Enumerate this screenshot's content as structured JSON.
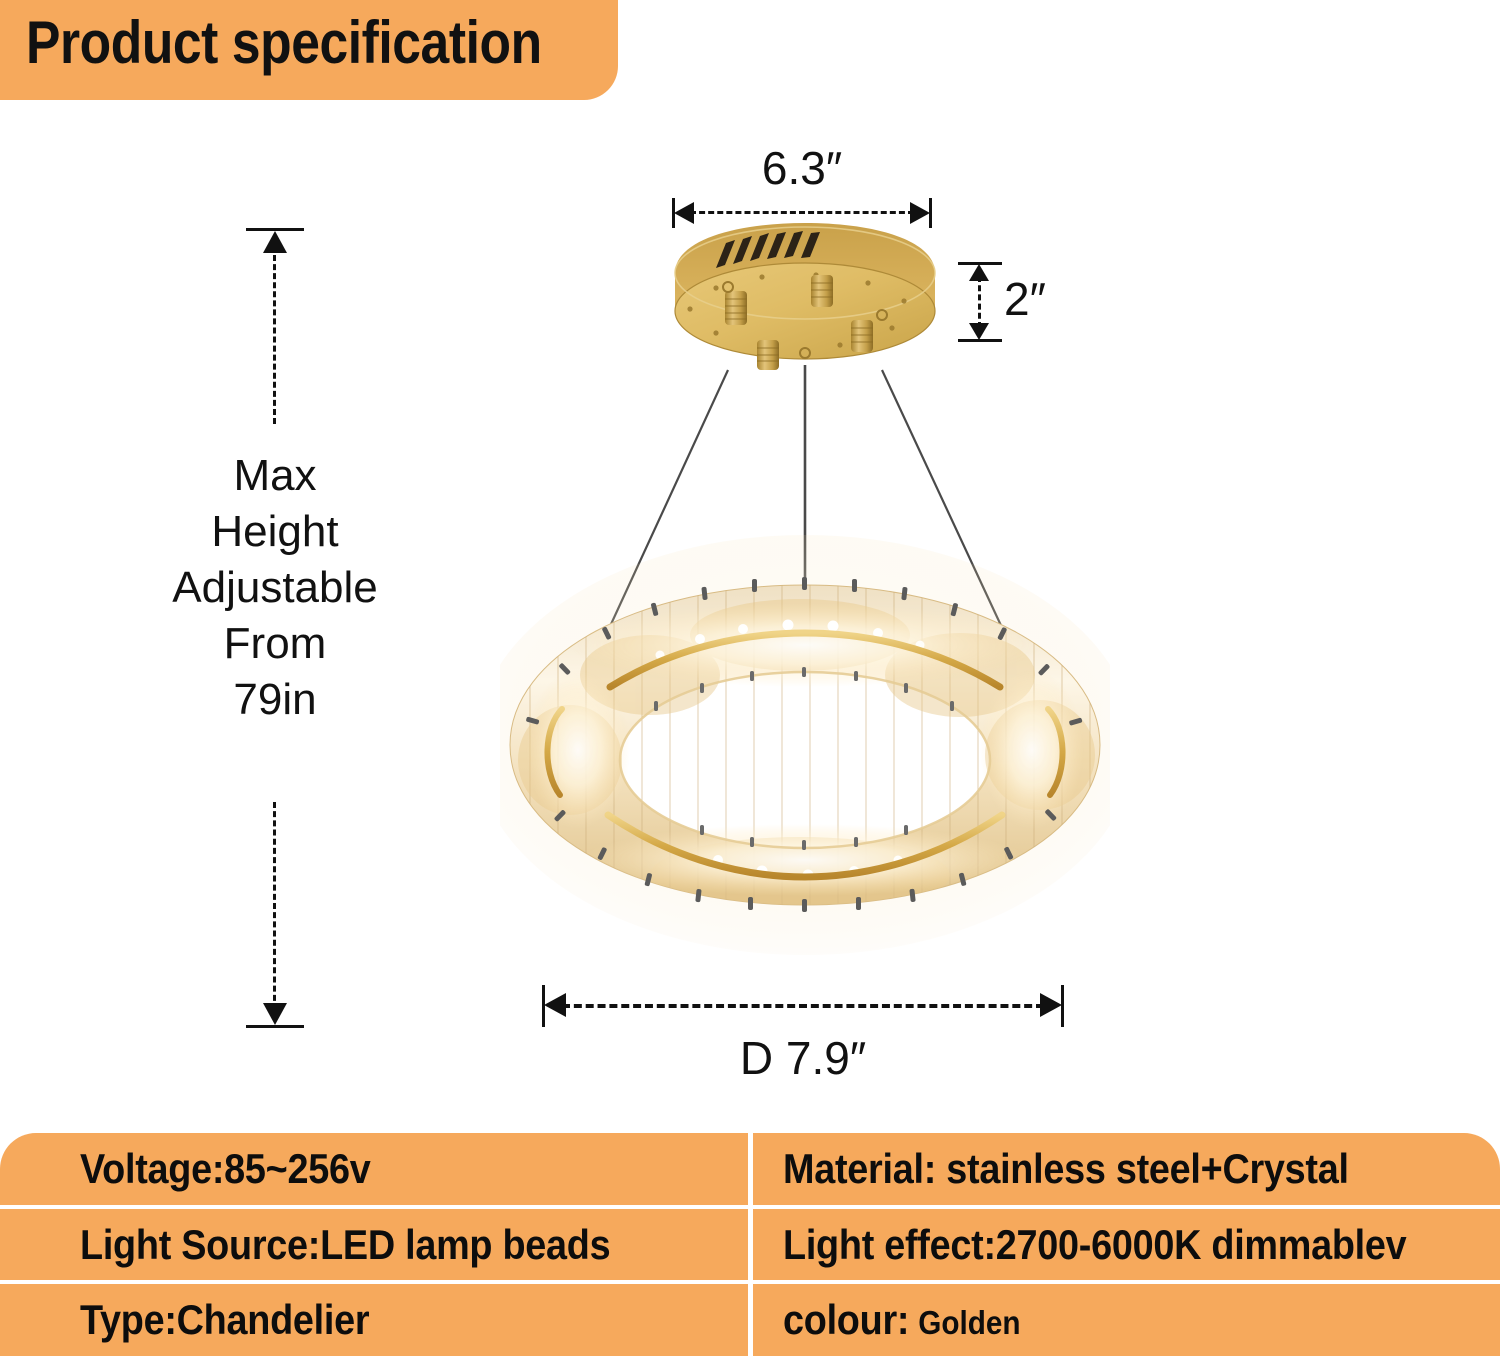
{
  "header": {
    "title": "Product specification",
    "badge_color": "#f6a95c"
  },
  "diagram": {
    "height_note_lines": [
      "Max",
      "Height",
      "Adjustable",
      "From",
      "79in"
    ],
    "canopy_width_label": "6.3″",
    "canopy_height_label": "2″",
    "ring_diameter_label": "D 7.9″",
    "product_name": "crystal-ring-chandelier",
    "gold_color": "#d9ae52",
    "crystal_color": "#f3e2c4",
    "wire_color": "#4a4a4a"
  },
  "spec_table": {
    "rows": [
      {
        "left": "Voltage:85~256v",
        "right": "Material: stainless steel+Crystal",
        "right_sub": ""
      },
      {
        "left": "Light Source:LED lamp beads",
        "right": "Light effect:2700-6000K dimmablev",
        "right_sub": ""
      },
      {
        "left": "Type:Chandelier",
        "right": "colour:",
        "right_sub": "Golden"
      }
    ],
    "cell_color": "#f6a95c"
  }
}
